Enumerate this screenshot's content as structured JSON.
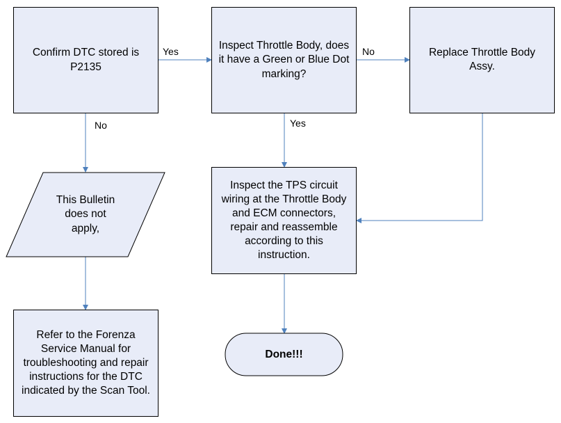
{
  "nodes": {
    "confirm_dtc": "Confirm DTC stored is P2135",
    "inspect_throttle": "Inspect Throttle Body, does it have a Green or Blue Dot marking?",
    "replace_throttle": "Replace Throttle Body Assy.",
    "bulletin_not_apply": "This Bulletin does not apply,",
    "inspect_tps": "Inspect the TPS circuit wiring at the Throttle Body and ECM connectors, repair and reassemble according to this instruction.",
    "refer_manual": "Refer to the Forenza Service Manual for troubleshooting and repair instructions for the DTC indicated by the Scan Tool.",
    "done": "Done!!!"
  },
  "edges": {
    "confirm_yes": "Yes",
    "confirm_no": "No",
    "inspect_no": "No",
    "inspect_yes": "Yes"
  },
  "colors": {
    "box_fill": "#e8ecf8",
    "border": "#000000",
    "connector": "#4f81bd"
  }
}
